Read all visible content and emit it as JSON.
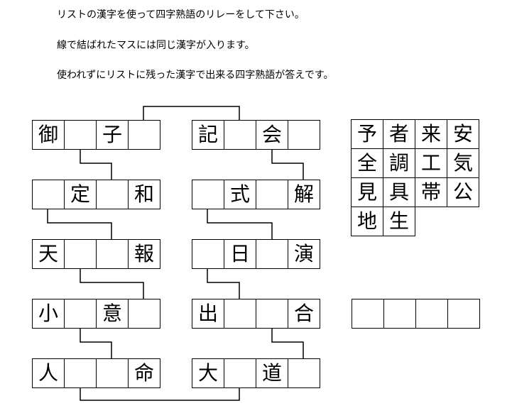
{
  "instructions": [
    "リストの漢字を使って四字熟語のリレーをして下さい。",
    "線で結ばれたマスには同じ漢字が入ります。",
    "使われずにリストに残った漢字で出来る四字熟語が答えです。"
  ],
  "left_column": [
    [
      "御",
      "",
      "子",
      ""
    ],
    [
      "",
      "定",
      "",
      "和"
    ],
    [
      "天",
      "",
      "",
      "報"
    ],
    [
      "小",
      "",
      "意",
      ""
    ],
    [
      "人",
      "",
      "",
      "命"
    ]
  ],
  "right_column": [
    [
      "記",
      "",
      "会",
      ""
    ],
    [
      "",
      "式",
      "",
      "解"
    ],
    [
      "",
      "日",
      "",
      "演"
    ],
    [
      "出",
      "",
      "",
      "合"
    ],
    [
      "大",
      "",
      "道",
      ""
    ]
  ],
  "kanji_list": [
    "予",
    "者",
    "来",
    "安",
    "全",
    "調",
    "工",
    "気",
    "見",
    "具",
    "帯",
    "公",
    "地",
    "生"
  ],
  "answer": [
    "",
    "",
    "",
    ""
  ]
}
